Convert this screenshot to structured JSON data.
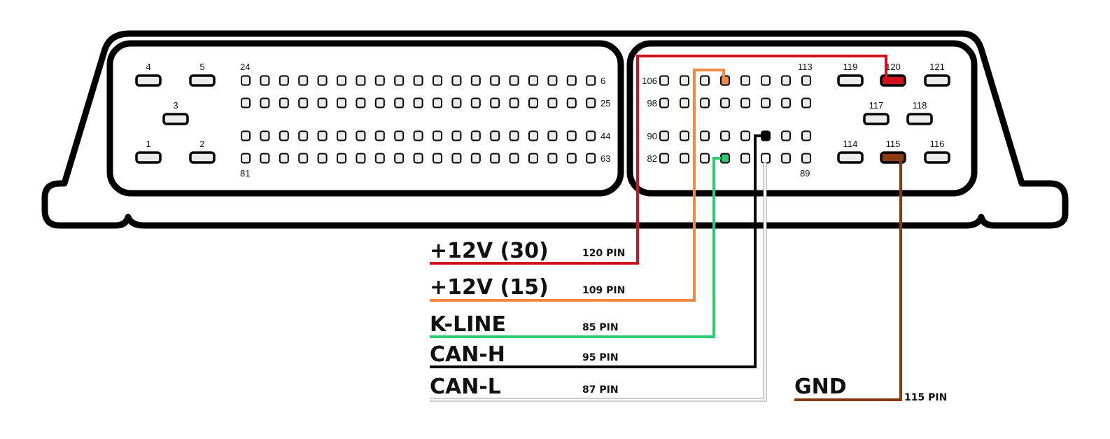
{
  "title": "ECU connector pinout",
  "connector": {
    "left_block": {
      "large_pins": [
        "1",
        "2",
        "3",
        "4",
        "5"
      ],
      "grid_columns": 19,
      "row_labels": {
        "top_left": "24",
        "top_right": "6",
        "row2_right": "25",
        "row3_right": "44",
        "row4_right": "63",
        "bottom_left": "81"
      }
    },
    "right_block": {
      "grid_columns": 8,
      "row_labels": {
        "row1_left": "106",
        "row1_right_top": "113",
        "row2_left": "98",
        "row3_left": "90",
        "row4_left": "82",
        "row4_right_bottom": "89"
      },
      "large_pins": [
        "119",
        "120",
        "121",
        "117",
        "118",
        "114",
        "115",
        "116"
      ]
    }
  },
  "signals": [
    {
      "name": "+12V (30)",
      "pin": "120 PIN",
      "color": "#d0111f"
    },
    {
      "name": "+12V (15)",
      "pin": "109 PIN",
      "color": "#f08a45"
    },
    {
      "name": "K-LINE",
      "pin": "85 PIN",
      "color": "#2ecc71"
    },
    {
      "name": "CAN-H",
      "pin": "95 PIN",
      "color": "#000000"
    },
    {
      "name": "CAN-L",
      "pin": "87 PIN",
      "color": "#ffffff"
    },
    {
      "name": "GND",
      "pin": "115 PIN",
      "color": "#8b3a0f"
    }
  ],
  "colors": {
    "outline": "#000000",
    "pin_fill": "#ececec",
    "background": "#ffffff"
  }
}
